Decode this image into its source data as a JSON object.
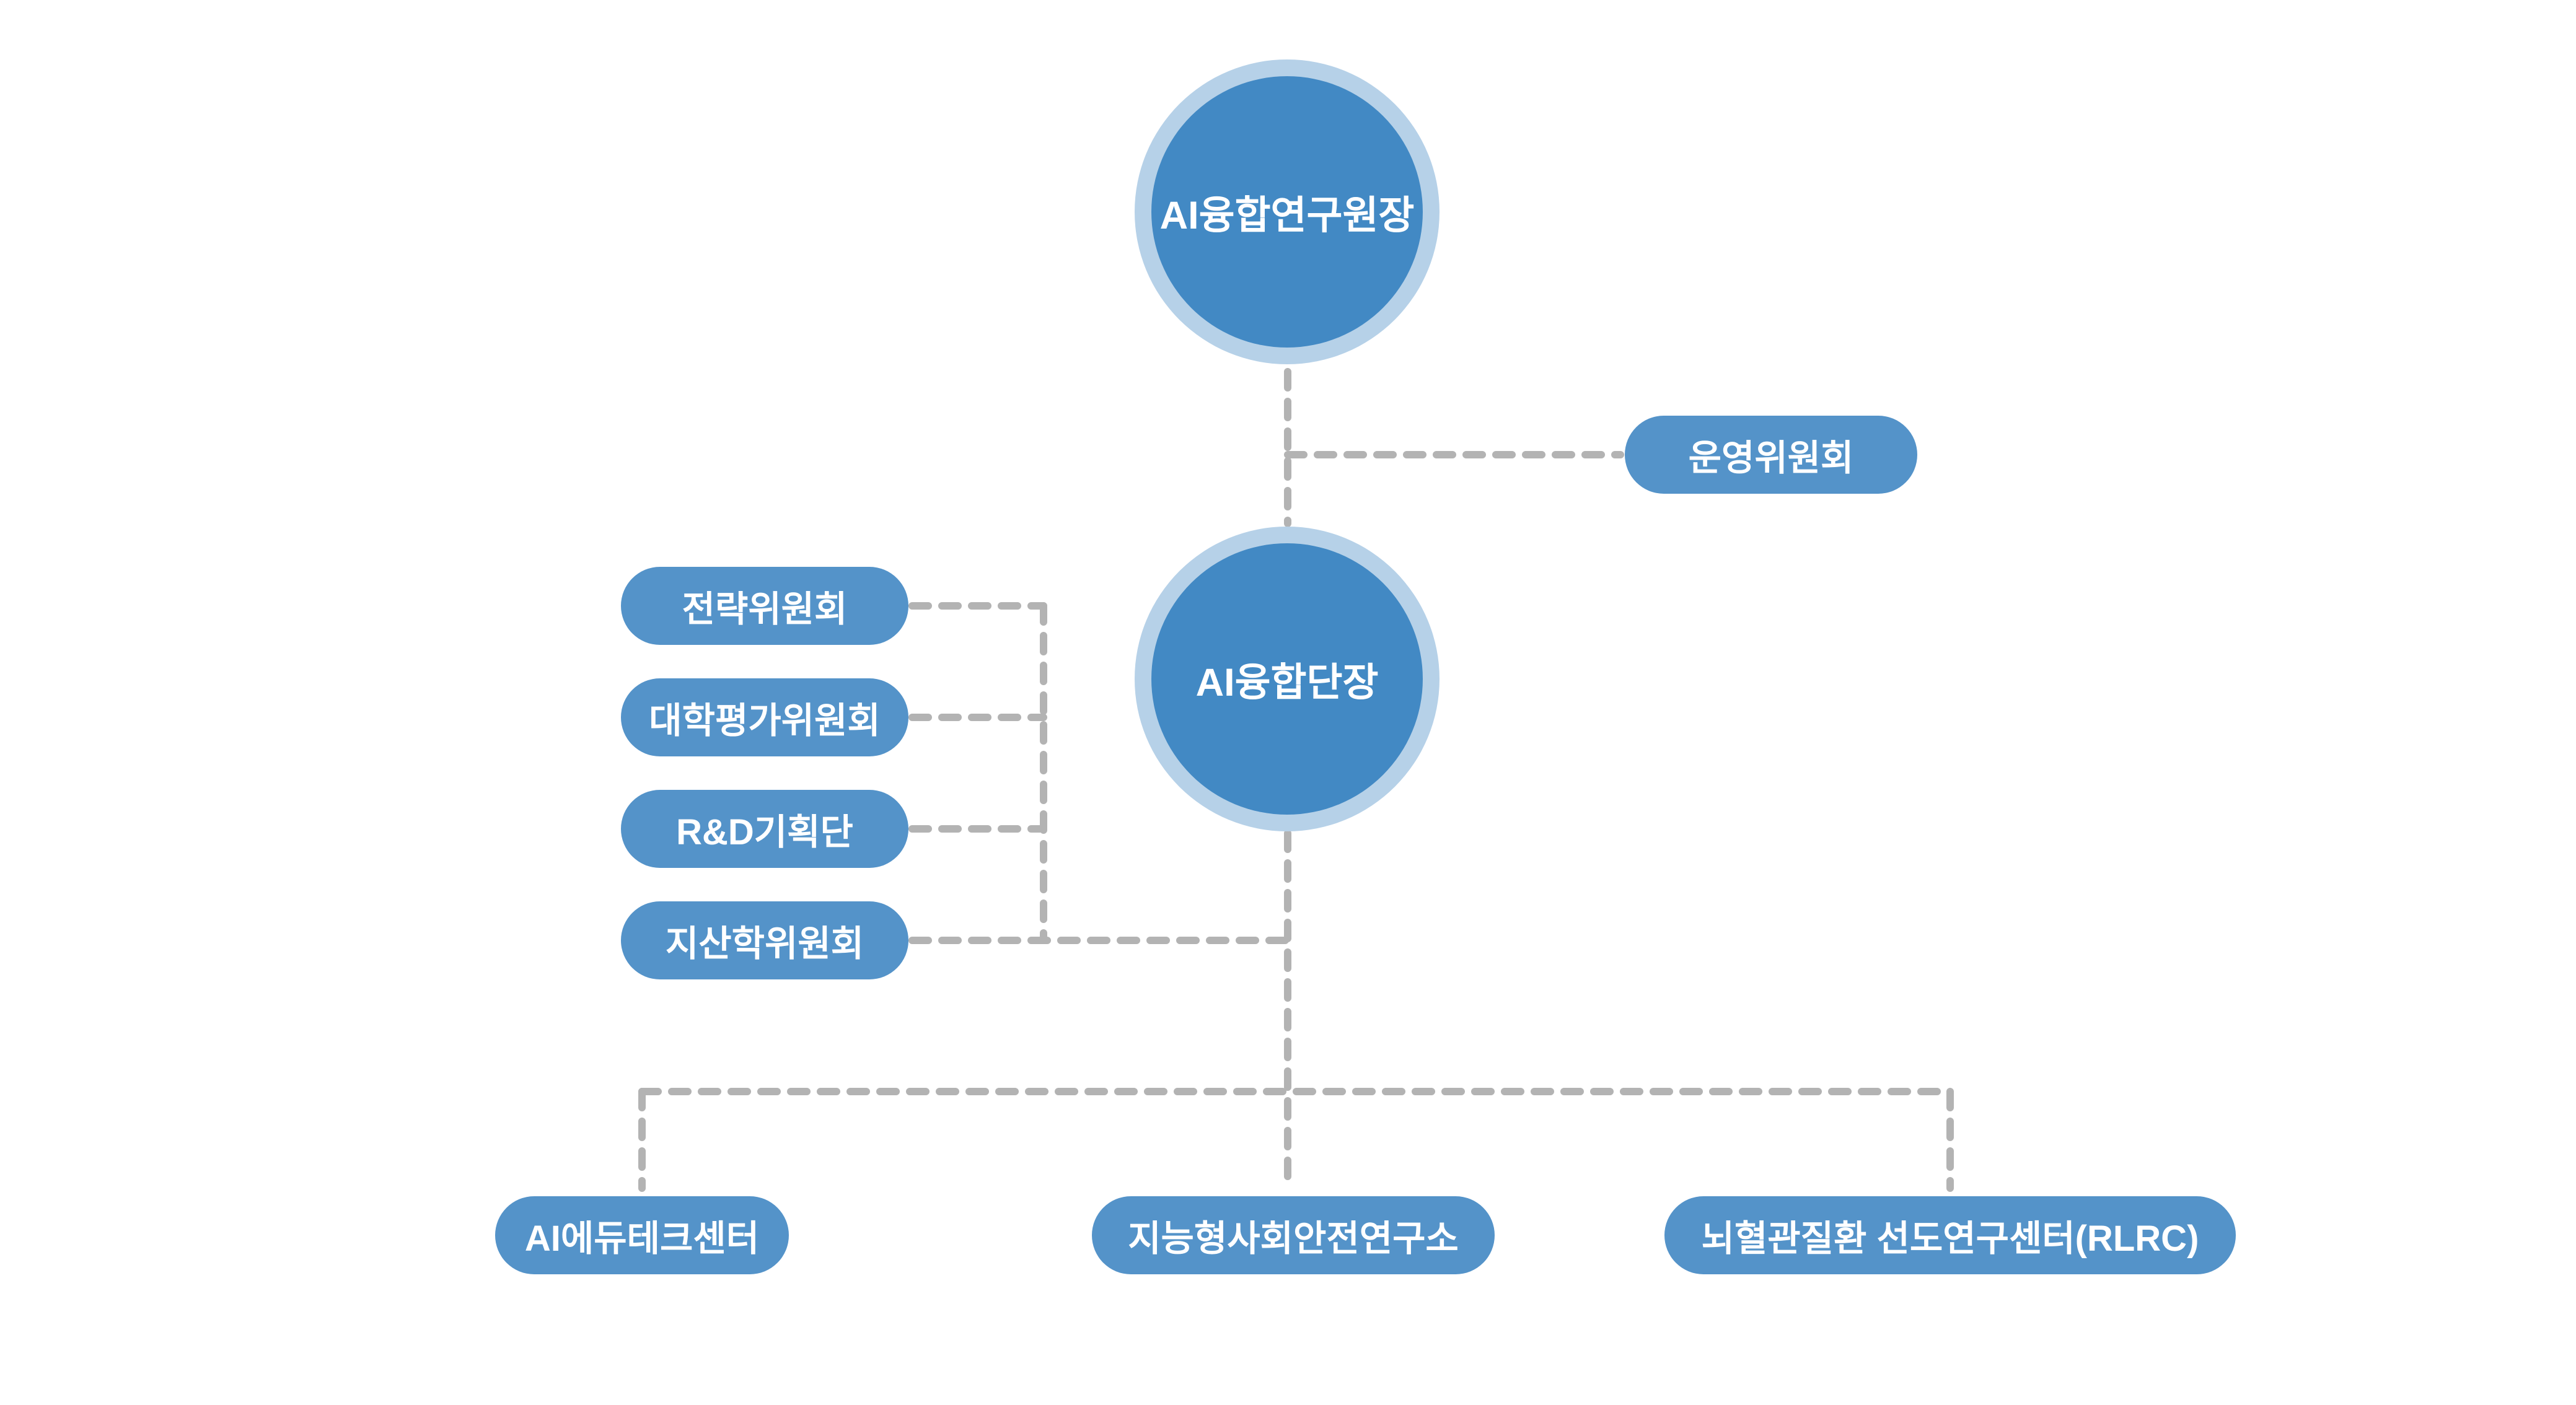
{
  "org": {
    "root": {
      "label": "AI융합연구원장"
    },
    "head": {
      "label": "AI융합단장"
    },
    "operating_committee": {
      "label": "운영위원회"
    },
    "committees": [
      {
        "label": "전략위원회"
      },
      {
        "label": "대학평가위원회"
      },
      {
        "label": "R&D기획단"
      },
      {
        "label": "지산학위원회"
      }
    ],
    "centers": [
      {
        "label": "AI에듀테크센터"
      },
      {
        "label": "지능형사회안전연구소"
      },
      {
        "label": "뇌혈관질환 선도연구센터(RLRC)"
      }
    ],
    "colors": {
      "node_fill": "#4289c4",
      "node_ring": "#b6d1e8",
      "pill_fill": "#5493c9",
      "connector": "#b3b3b3",
      "label_text": "#ffffff"
    }
  }
}
